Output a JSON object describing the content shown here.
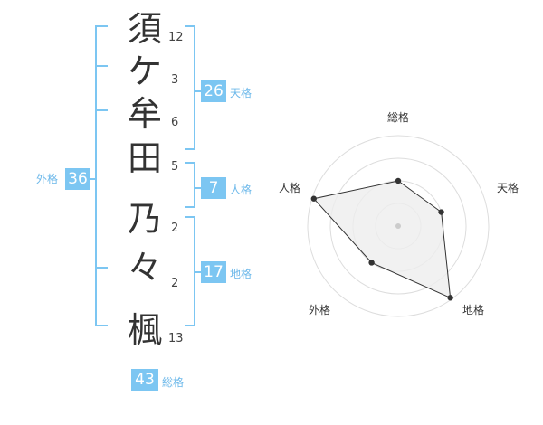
{
  "name_characters": [
    {
      "char": "須",
      "strokes": "12"
    },
    {
      "char": "ケ",
      "strokes": "3"
    },
    {
      "char": "牟",
      "strokes": "6"
    },
    {
      "char": "田",
      "strokes": "5"
    },
    {
      "char": "乃",
      "strokes": "2"
    },
    {
      "char": "々",
      "strokes": "2"
    },
    {
      "char": "楓",
      "strokes": "13"
    }
  ],
  "fortunes": {
    "tenkaku": {
      "label": "天格",
      "value": "26"
    },
    "jinkaku": {
      "label": "人格",
      "value": "7"
    },
    "chikaku": {
      "label": "地格",
      "value": "17"
    },
    "gaikaku": {
      "label": "外格",
      "value": "36"
    },
    "soukaku": {
      "label": "総格",
      "value": "43"
    }
  },
  "radar": {
    "axes": [
      "総格",
      "天格",
      "地格",
      "外格",
      "人格"
    ],
    "levels": 4,
    "values": [
      0.5,
      0.5,
      0.98,
      0.5,
      0.98
    ],
    "colors": {
      "grid": "#dddddd",
      "fill": "#eeeeee",
      "outline": "#333333",
      "center": "#cccccc"
    }
  },
  "colors": {
    "accent": "#7cc6f2",
    "accent_text": "#6cb8ea"
  }
}
